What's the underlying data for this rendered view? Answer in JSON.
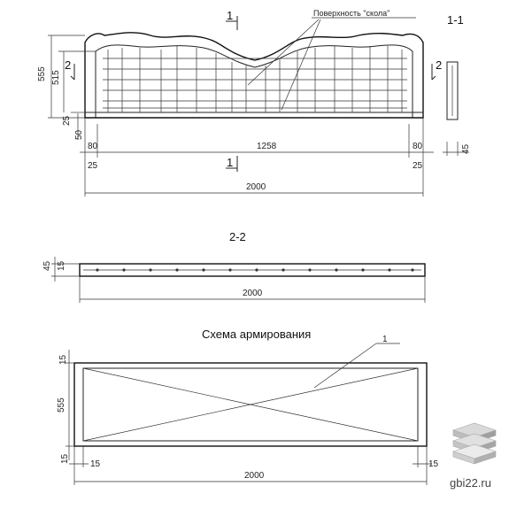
{
  "view_1_1": {
    "section_label": "1-1",
    "callout_surface": "Поверхность \"скола\"",
    "cut_mark_top": "1",
    "cut_mark_bottom": "1",
    "cut_mark_left": "2",
    "cut_mark_right": "2",
    "dim_height_total": "555",
    "dim_height_inner": "515",
    "dim_25": "25",
    "dim_50": "50",
    "dim_left_80": "80",
    "dim_center_1258": "1258",
    "dim_right_80": "80",
    "dim_left_25": "25",
    "dim_right_25": "25",
    "dim_total_2000": "2000",
    "dim_side_45": "45"
  },
  "view_2_2": {
    "section_label": "2-2",
    "dim_45": "45",
    "dim_15": "15",
    "dim_total_2000": "2000"
  },
  "reinforcement": {
    "title": "Схема армирования",
    "callout_1": "1",
    "dim_top_15": "15",
    "dim_height_555": "555",
    "dim_bottom_15": "15",
    "dim_left_15": "15",
    "dim_right_15": "15",
    "dim_total_2000": "2000"
  },
  "watermark": {
    "text": "gbi22.ru",
    "icon": "stacked-slabs-logo-icon"
  }
}
